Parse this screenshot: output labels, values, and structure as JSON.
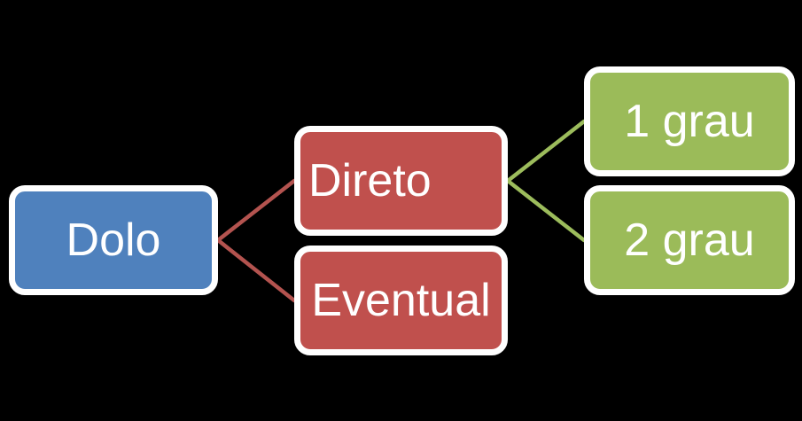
{
  "diagram": {
    "type": "hierarchy",
    "orientation": "left-to-right",
    "nodes": [
      {
        "id": "dolo",
        "label": "Dolo",
        "level": 1,
        "color": "#4f81bd"
      },
      {
        "id": "direto",
        "label": "Direto",
        "level": 2,
        "color": "#c0504d"
      },
      {
        "id": "eventual",
        "label": "Eventual",
        "level": 2,
        "color": "#c0504d"
      },
      {
        "id": "grau1",
        "label": "1 grau",
        "level": 3,
        "color": "#9bbb59"
      },
      {
        "id": "grau2",
        "label": "2 grau",
        "level": 3,
        "color": "#9bbb59"
      }
    ],
    "edges": [
      {
        "from": "Dolo",
        "to": "Direto"
      },
      {
        "from": "Dolo",
        "to": "Eventual"
      },
      {
        "from": "Direto",
        "to": "1 grau"
      },
      {
        "from": "Direto",
        "to": "2 grau"
      }
    ]
  },
  "colors": {
    "background": "#000000",
    "node_blue": "#4f81bd",
    "node_red": "#c0504d",
    "node_green": "#9bbb59",
    "border_white": "#ffffff",
    "connector_red": "#b3534f",
    "connector_green": "#9cbc5c",
    "text": "#ffffff"
  }
}
